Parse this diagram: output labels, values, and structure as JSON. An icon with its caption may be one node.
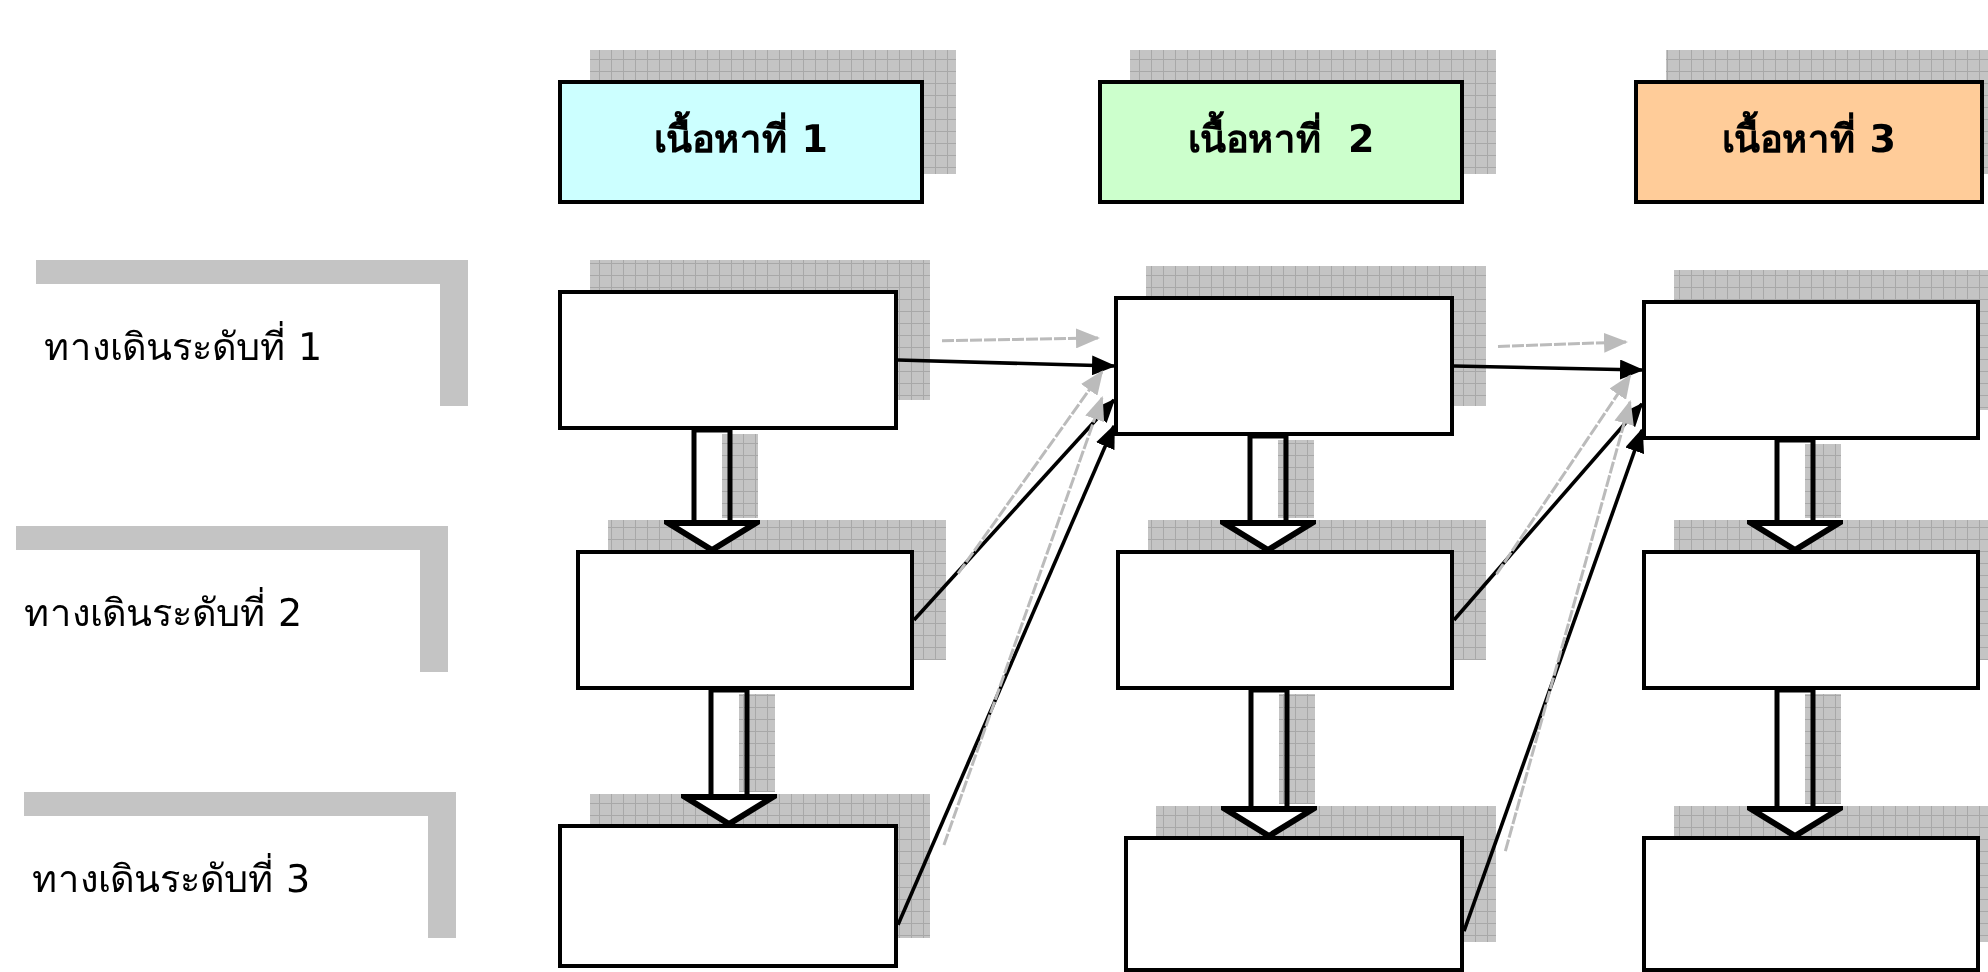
{
  "diagram": {
    "nodes": [
      {
        "text": [
          "เนื้อหาที่ 1"
        ]
      },
      {
        "text": [
          "เนื้อหาที่  2"
        ]
      },
      {
        "text": [
          "เนื้อหาที่ 3"
        ]
      },
      {
        "text": [
          "ทางเดินระดับที่ 1"
        ]
      },
      {
        "text": [],
        "shape": "box"
      },
      {
        "text": [],
        "shape": "box"
      },
      {
        "text": [],
        "shape": "box"
      },
      {
        "text": [
          "ทางเดินระดับที่ 2"
        ]
      },
      {
        "text": [],
        "shape": "box"
      },
      {
        "text": [],
        "shape": "box"
      },
      {
        "text": [],
        "shape": "box"
      },
      {
        "text": [
          "ทางเดินระดับที่ 3"
        ]
      },
      {
        "text": [],
        "shape": "box"
      },
      {
        "text": [],
        "shape": "box"
      },
      {
        "text": [],
        "shape": "box"
      }
    ],
    "edges": [
      {
        "from": 4,
        "to": 8,
        "arrow": "to"
      },
      {
        "from": 8,
        "to": 12,
        "arrow": "to"
      },
      {
        "from": 5,
        "to": 9,
        "arrow": "to"
      },
      {
        "from": 9,
        "to": 13,
        "arrow": "to"
      },
      {
        "from": 6,
        "to": 10,
        "arrow": "to"
      },
      {
        "from": 10,
        "to": 14,
        "arrow": "to"
      },
      {
        "from": 4,
        "to": 5,
        "arrow": "to"
      },
      {
        "from": 8,
        "to": 5,
        "arrow": "to"
      },
      {
        "from": 12,
        "to": 5,
        "arrow": "to"
      },
      {
        "from": 5,
        "to": 6,
        "arrow": "to"
      },
      {
        "from": 9,
        "to": 6,
        "arrow": "to"
      },
      {
        "from": 13,
        "to": 6,
        "arrow": "to"
      }
    ]
  }
}
